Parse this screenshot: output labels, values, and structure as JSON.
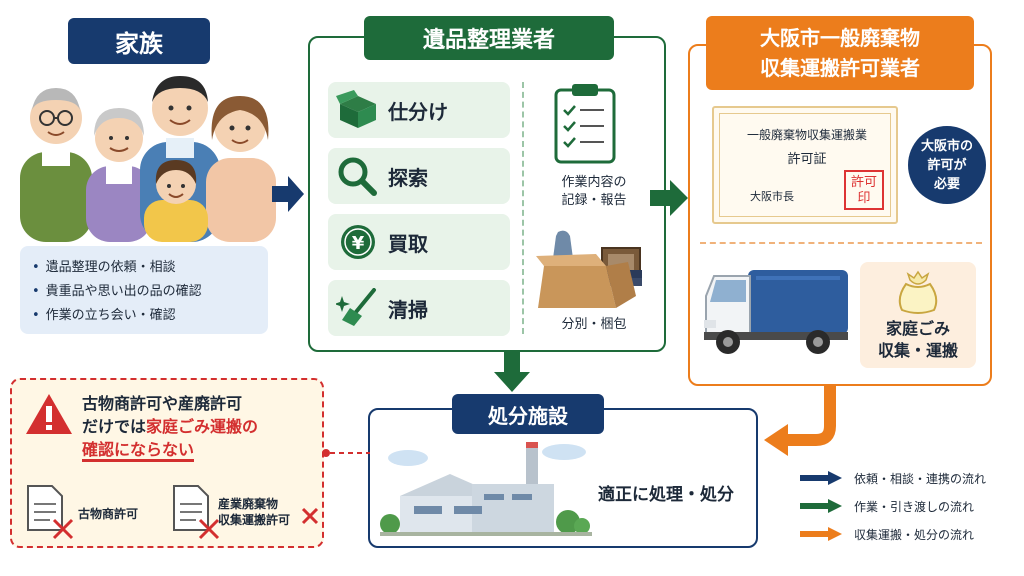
{
  "family": {
    "title": "家族",
    "items": [
      "遺品整理の依頼・相談",
      "貴重品や思い出の品の確認",
      "作業の立ち会い・確認"
    ]
  },
  "dealer": {
    "title": "遺品整理業者",
    "tasks": [
      "仕分け",
      "探索",
      "買取",
      "清掃"
    ],
    "record_label_1": "作業内容の",
    "record_label_2": "記録・報告",
    "packing_label": "分別・梱包"
  },
  "collector": {
    "title_line1": "大阪市一般廃棄物",
    "title_line2": "収集運搬許可業者",
    "certificate": {
      "line1": "一般廃棄物収集運搬業",
      "line2": "許可証",
      "issuer": "大阪市長",
      "stamp_line1": "許可",
      "stamp_line2": "印"
    },
    "badge_line1": "大阪市の",
    "badge_line2": "許可が",
    "badge_line3": "必要",
    "household_line1": "家庭ごみ",
    "household_line2": "収集・運搬"
  },
  "disposal": {
    "title": "処分施設",
    "text": "適正に処理・処分"
  },
  "warning": {
    "line1": "古物商許可や産廃許可",
    "line2_plain": "だけでは",
    "line2_red": "家庭ごみ運搬の",
    "line3_red": "確認にならない",
    "doc1": "古物商許可",
    "doc2_line1": "産業廃棄物",
    "doc2_line2": "収集運搬許可"
  },
  "legend": {
    "items": [
      {
        "label": "依頼・相談・連携の流れ",
        "color": "#173a6e"
      },
      {
        "label": "作業・引き渡しの流れ",
        "color": "#1e6b3a"
      },
      {
        "label": "収集運搬・処分の流れ",
        "color": "#ec7d1c"
      }
    ]
  },
  "colors": {
    "navy": "#173a6e",
    "green": "#1e6b3a",
    "orange": "#ec7d1c",
    "red": "#d32f2f"
  }
}
